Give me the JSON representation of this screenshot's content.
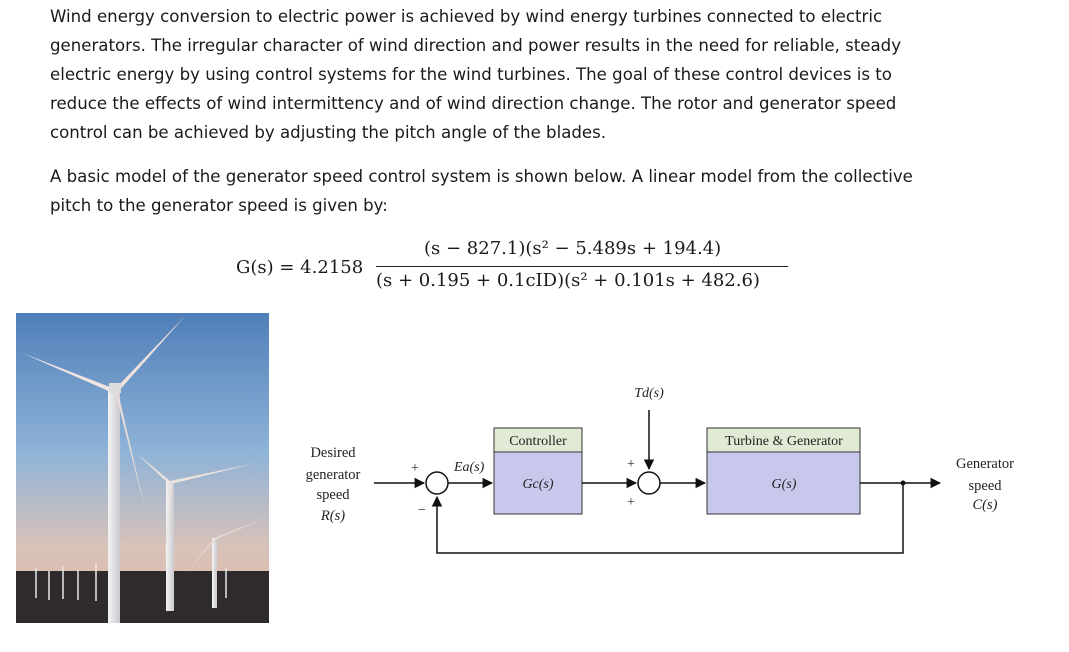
{
  "paragraph1": {
    "lines": [
      "Wind energy conversion to electric power is achieved by wind energy turbines connected to electric",
      "generators. The irregular character of wind direction and power results in the need for reliable, steady",
      "electric energy by using control systems for the wind turbines. The goal of these control devices is to",
      "reduce the effects of wind intermittency and of wind direction change. The rotor and generator speed",
      "control can be achieved by adjusting the pitch angle of the blades."
    ]
  },
  "paragraph2": {
    "lines": [
      "A basic model of the generator speed control system is shown below. A linear model from the collective",
      "pitch to the generator speed is given by:"
    ]
  },
  "equation": {
    "lhs": "G(s) = 4.2158",
    "numerator": "(s − 827.1)(s² − 5.489s + 194.4)",
    "denominator": "(s + 0.195 + 0.1cID)(s² + 0.101s + 482.6)"
  },
  "diagram": {
    "input_label": [
      "Desired",
      "generator",
      "speed",
      "R(s)"
    ],
    "output_label": [
      "Generator",
      "speed",
      "C(s)"
    ],
    "disturbance_label": "Td(s)",
    "error_label": "Ea(s)",
    "controller_title": "Controller",
    "controller_tf": "Gc(s)",
    "plant_title": "Turbine & Generator",
    "plant_tf": "G(s)",
    "sum1_plus": "+",
    "sum1_minus": "−",
    "sum2_plus_top": "+",
    "sum2_plus_bottom": "+"
  },
  "colors": {
    "block_fill": "#c8c8ec",
    "title_fill": "#e0ead4",
    "diagram_text": "#1f3a6a"
  }
}
